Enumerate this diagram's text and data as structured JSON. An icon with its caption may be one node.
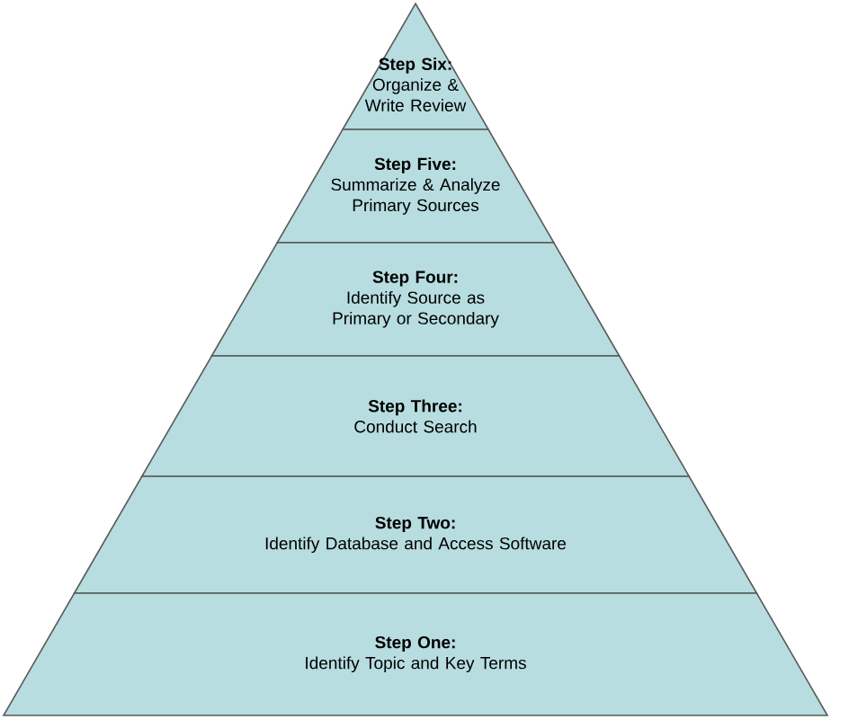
{
  "diagram": {
    "nodes": [
      {
        "text": [
          "Step Six:",
          "Organize & Write Review"
        ]
      },
      {
        "text": [
          "Step Five:",
          "Summarize & Analyze Primary Sources"
        ]
      },
      {
        "text": [
          "Step Four:",
          "Identify Source as Primary or Secondary"
        ]
      },
      {
        "text": [
          "Step Three:",
          "Conduct Search"
        ]
      },
      {
        "text": [
          "Step Two:",
          "Identify Database and Access Software"
        ]
      },
      {
        "text": [
          "Step One:",
          "Identify Topic and Key Terms"
        ]
      }
    ]
  }
}
